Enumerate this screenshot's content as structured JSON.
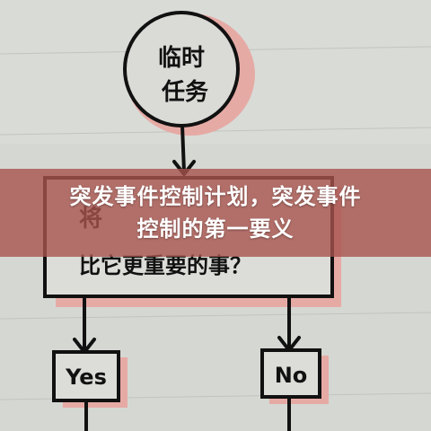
{
  "banner": {
    "line1": "突发事件控制计划，突发事件",
    "line2": "控制的第一要义"
  },
  "flowchart": {
    "start_line1": "临时",
    "start_line2": "任务",
    "question_top": "将",
    "question_bottom": "比它更重要的事？",
    "yes_label": "Yes",
    "no_label": "No"
  },
  "colors": {
    "paper": "#d6d8d3",
    "highlight": "#e8a9a4",
    "ink": "#111111",
    "banner": "#a8544e"
  }
}
